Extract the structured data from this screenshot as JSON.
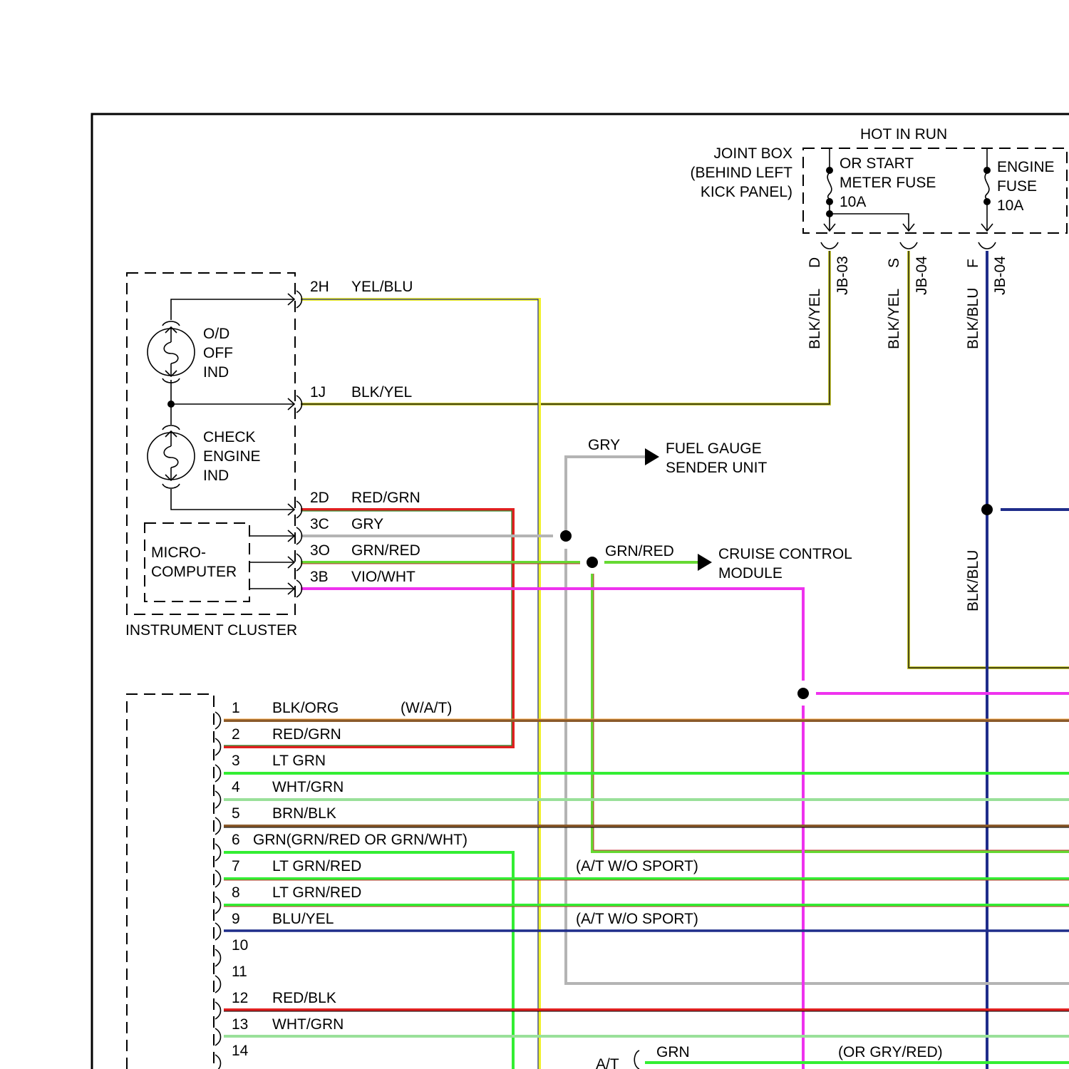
{
  "joint_box": {
    "hot_in_run": "HOT IN RUN",
    "label_line1": "JOINT BOX",
    "label_line2": "(BEHIND LEFT",
    "label_line3": "KICK PANEL)",
    "meter_fuse_line1": "OR START",
    "meter_fuse_line2": "METER FUSE",
    "meter_fuse_line3": "10A",
    "engine_fuse_line1": "ENGINE",
    "engine_fuse_line2": "FUSE",
    "engine_fuse_line3": "10A",
    "terminals": [
      {
        "pin": "D",
        "connector": "JB-03",
        "wire": "BLK/YEL"
      },
      {
        "pin": "S",
        "connector": "JB-04",
        "wire": "BLK/YEL"
      },
      {
        "pin": "F",
        "connector": "JB-04",
        "wire": "BLK/BLU"
      }
    ],
    "lower_wire_label": "BLK/BLU"
  },
  "instrument_cluster": {
    "label": "INSTRUMENT CLUSTER",
    "od_off_line1": "O/D",
    "od_off_line2": "OFF",
    "od_off_line3": "IND",
    "check_engine_line1": "CHECK",
    "check_engine_line2": "ENGINE",
    "check_engine_line3": "IND",
    "micro_line1": "MICRO-",
    "micro_line2": "COMPUTER",
    "pins": [
      {
        "pin": "2H",
        "wire": "YEL/BLU"
      },
      {
        "pin": "1J",
        "wire": "BLK/YEL"
      },
      {
        "pin": "2D",
        "wire": "RED/GRN"
      },
      {
        "pin": "3C",
        "wire": "GRY"
      },
      {
        "pin": "3O",
        "wire": "GRN/RED"
      },
      {
        "pin": "3B",
        "wire": "VIO/WHT"
      }
    ]
  },
  "fuel_gauge": {
    "wire": "GRY",
    "line1": "FUEL GAUGE",
    "line2": "SENDER UNIT"
  },
  "cruise": {
    "wire": "GRN/RED",
    "line1": "CRUISE CONTROL",
    "line2": "MODULE"
  },
  "lower_connector": {
    "pins": [
      {
        "num": "1",
        "wire": "BLK/ORG",
        "note": "(W/A/T)"
      },
      {
        "num": "2",
        "wire": "RED/GRN",
        "note": ""
      },
      {
        "num": "3",
        "wire": "LT GRN",
        "note": ""
      },
      {
        "num": "4",
        "wire": "WHT/GRN",
        "note": ""
      },
      {
        "num": "5",
        "wire": "BRN/BLK",
        "note": ""
      },
      {
        "num": "6",
        "wire": "GRN(GRN/RED OR GRN/WHT)",
        "note": ""
      },
      {
        "num": "7",
        "wire": "LT GRN/RED",
        "note": "(A/T W/O SPORT)"
      },
      {
        "num": "8",
        "wire": "LT GRN/RED",
        "note": ""
      },
      {
        "num": "9",
        "wire": "BLU/YEL",
        "note": "(A/T W/O SPORT)"
      },
      {
        "num": "10",
        "wire": "",
        "note": ""
      },
      {
        "num": "11",
        "wire": "",
        "note": ""
      },
      {
        "num": "12",
        "wire": "RED/BLK",
        "note": ""
      },
      {
        "num": "13",
        "wire": "WHT/GRN",
        "note": ""
      },
      {
        "num": "14",
        "wire": "",
        "note": ""
      }
    ]
  },
  "bottom": {
    "at_label": "A/T",
    "grn_label": "GRN",
    "alt_label": "(OR GRY/RED)"
  },
  "colors": {
    "yellow": "#f2f22a",
    "red": "#e02020",
    "gray": "#b4b4b4",
    "green": "#33ee33",
    "magenta": "#ee33ee",
    "navy": "#1f2d8a",
    "brown": "#8a5a2b",
    "lt_green": "#9ae09a",
    "olive": "#c9c93a"
  }
}
